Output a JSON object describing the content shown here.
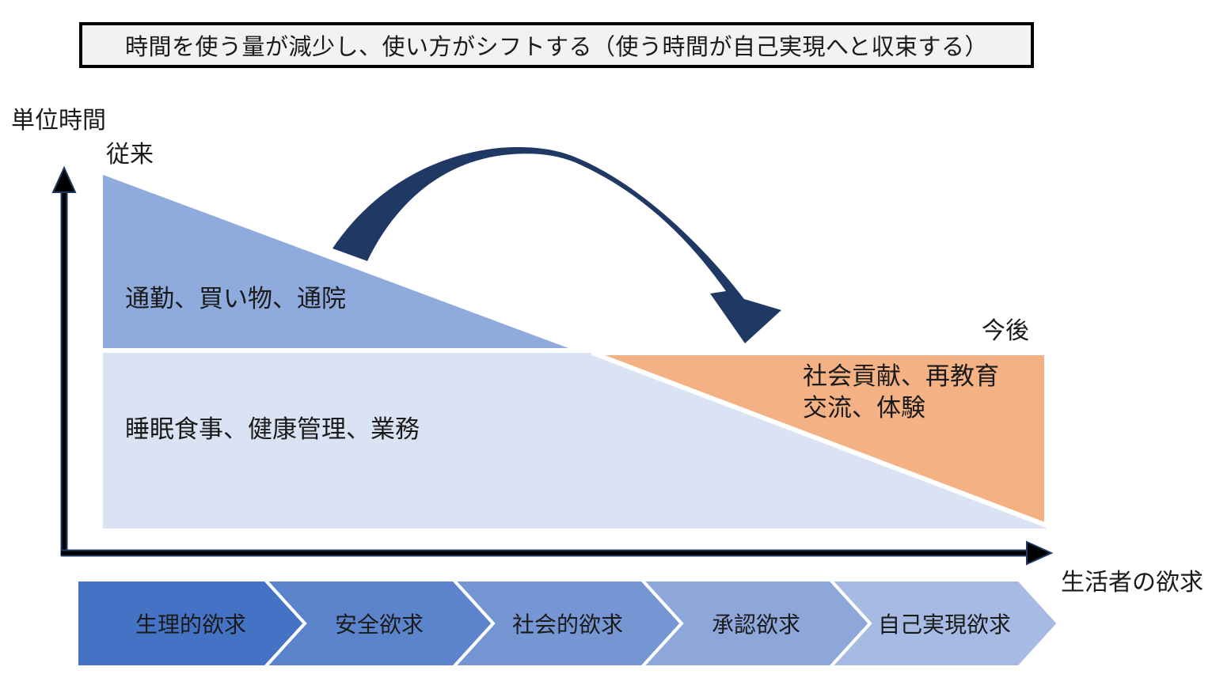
{
  "title_banner": {
    "text": "時間を使う量が減少し、使い方がシフトする（使う時間が自己実現へと収束する）",
    "bg_color": "#F2F2F2",
    "border_color": "#000000"
  },
  "y_axis": {
    "label": "単位時間"
  },
  "x_axis": {
    "label": "生活者の欲求"
  },
  "periods": {
    "before": "従来",
    "after": "今後"
  },
  "regions": {
    "commute": {
      "label": "通勤、買い物、通院",
      "color": "#8FAADC"
    },
    "base": {
      "label": "睡眠食事、健康管理、業務",
      "color": "#DAE3F3"
    },
    "future": {
      "label_line1": "社会貢献、再教育",
      "label_line2": "交流、体験",
      "color": "#F4B183"
    }
  },
  "shift_arrow": {
    "color": "#1F3864"
  },
  "axis": {
    "color": "#000000",
    "edge_color": "#1F3864"
  },
  "needs": {
    "items": [
      {
        "label": "生理的欲求",
        "color": "#4472C4"
      },
      {
        "label": "安全欲求",
        "color": "#5C84CC"
      },
      {
        "label": "社会的欲求",
        "color": "#7595D3"
      },
      {
        "label": "承認欲求",
        "color": "#8DA7DB"
      },
      {
        "label": "自己実現欲求",
        "color": "#A6BAE3"
      }
    ]
  }
}
